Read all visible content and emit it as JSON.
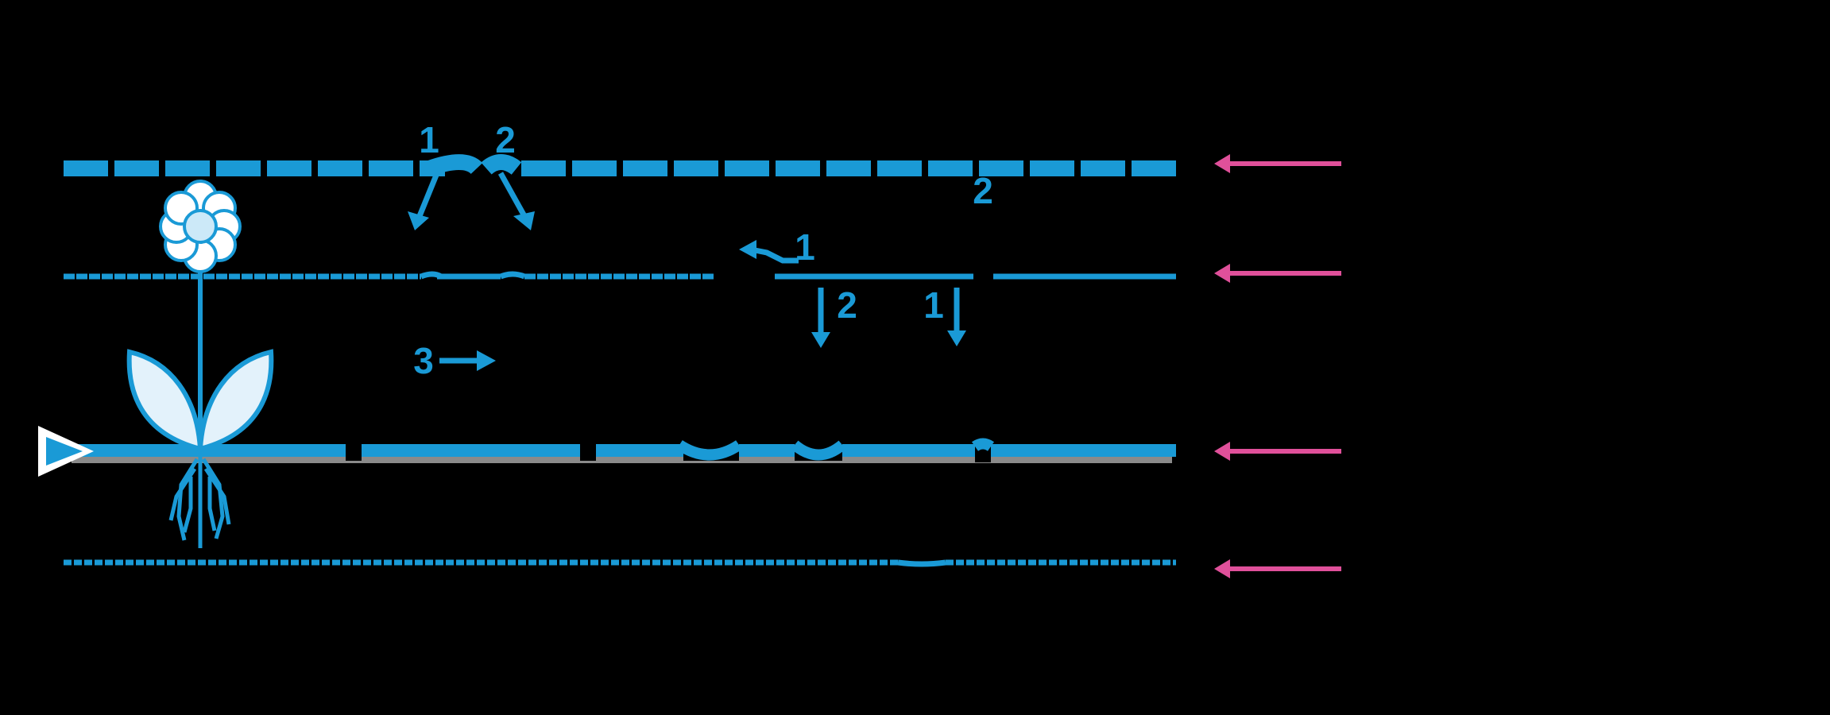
{
  "colors": {
    "background": "#000000",
    "line": "#1a9ad6",
    "line_shadow": "#8a8a8a",
    "arrow_pink": "#e0509a",
    "petal": "#ffffff",
    "leaf_fill": "#e3f2fb",
    "flower_center": "#cce9f8"
  },
  "icons": {
    "flower": "flower-icon",
    "start_marker": "play-triangle-icon",
    "direction_arrows": "left-arrow-icon"
  },
  "labels": {
    "top_step_1": "1",
    "top_step_2": "2",
    "top_right_step_2": "2",
    "mid_step_1": "1",
    "mid_down_step_2": "2",
    "mid_down_step_1": "1",
    "lower_step_3": "3"
  }
}
